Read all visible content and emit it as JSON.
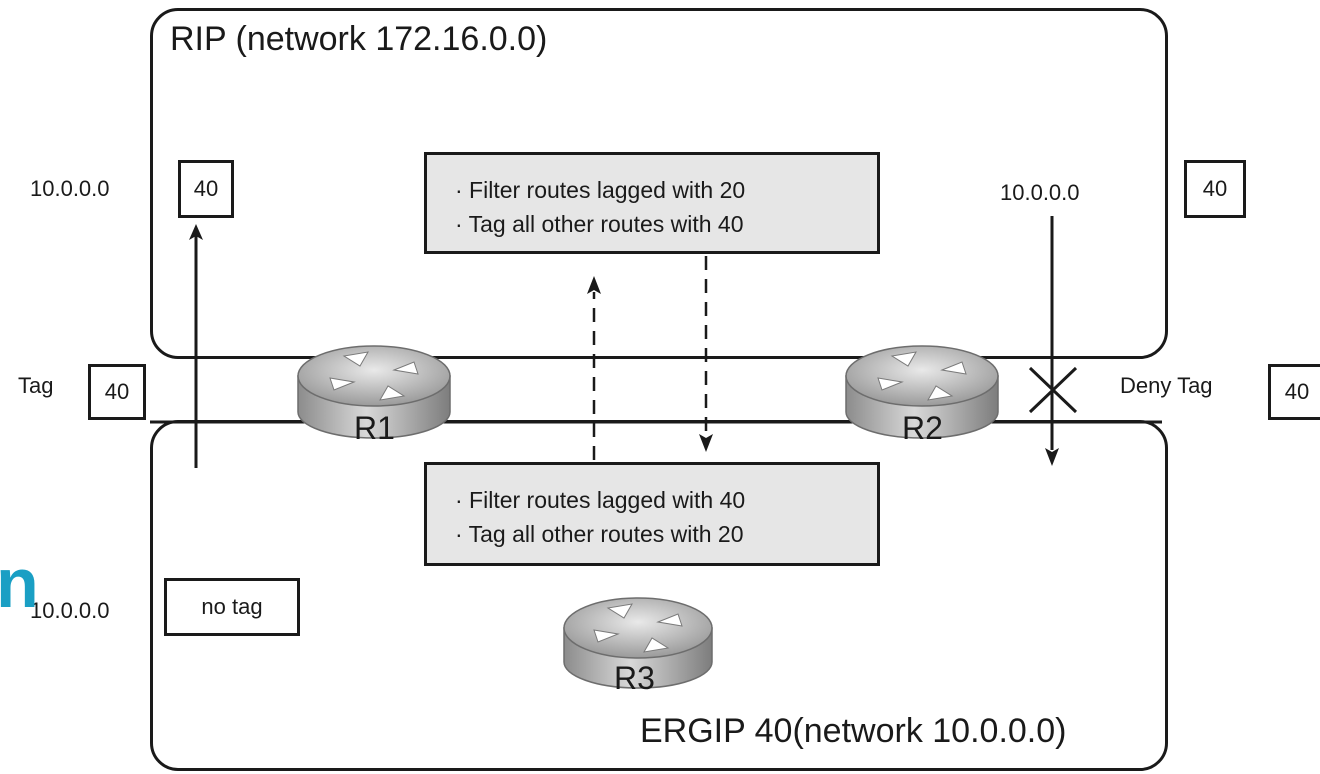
{
  "rip_domain": {
    "title": "RIP (network 172.16.0.0)",
    "left_route": {
      "network": "10.0.0.0",
      "tag": "40"
    },
    "right_route": {
      "network": "10.0.0.0",
      "tag": "40"
    },
    "policy": [
      "· Filter routes lagged with 20",
      "· Tag all other routes with 40"
    ]
  },
  "eigrp_domain": {
    "title": "ERGIP 40(network 10.0.0.0)",
    "left_route": {
      "network": "10.0.0.0",
      "tag": "no tag"
    },
    "policy": [
      "· Filter routes lagged with 40",
      "· Tag all other routes with 20"
    ]
  },
  "link": {
    "left_label": "Tag",
    "left_tag": "40",
    "right_label": "Deny Tag",
    "right_tag": "40"
  },
  "routers": [
    "R1",
    "R2",
    "R3"
  ],
  "edge_fragment": "n",
  "colors": {
    "line": "#1a1a1a",
    "policy_fill": "#e6e6e6",
    "fragment": "#1a9fc4"
  },
  "icons": [
    "router-icon",
    "deny-x-icon"
  ]
}
